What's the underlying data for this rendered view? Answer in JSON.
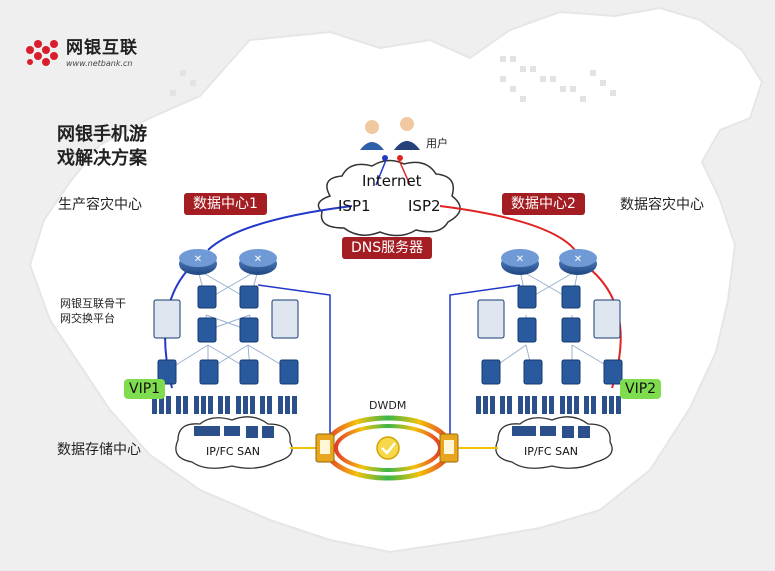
{
  "logo": {
    "name": "网银互联",
    "url": "www.netbank.cn"
  },
  "title": {
    "line1": "网银手机游",
    "line2": "戏解决方案"
  },
  "user_label": "用户",
  "internet": {
    "internet_label": "Internet",
    "isp1": "ISP1",
    "isp2": "ISP2"
  },
  "dc1": {
    "badge": "数据中心1",
    "side_label": "生产容灾中心",
    "vip": "VIP1",
    "san": "IP/FC SAN"
  },
  "dc2": {
    "badge": "数据中心2",
    "side_label": "数据容灾中心",
    "vip": "VIP2",
    "san": "IP/FC SAN"
  },
  "dns_label": "DNS服务器",
  "backbone_label": {
    "line1": "网银互联骨干",
    "line2": "网交换平台"
  },
  "storage_label": "数据存储中心",
  "dwdm_label": "DWDM",
  "colors": {
    "accent_red": "#a31d22",
    "vip_green": "#7fdc4f",
    "link_blue": "#2238c9",
    "link_red": "#e02424",
    "device_blue": "#2a5a9e"
  }
}
